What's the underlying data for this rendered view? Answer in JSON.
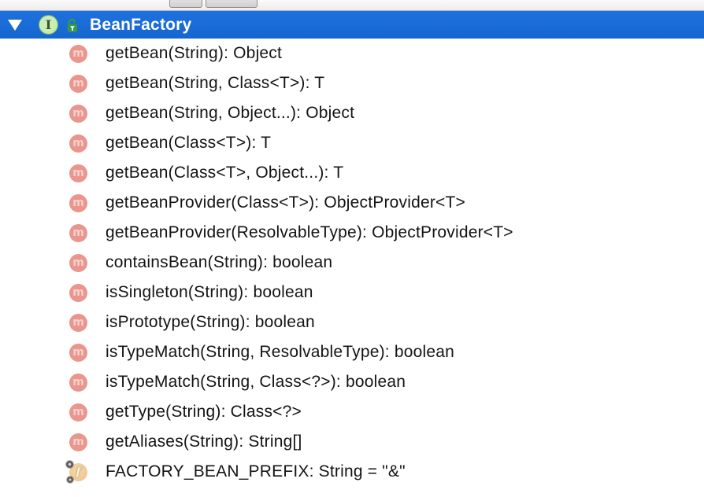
{
  "window": {
    "toolbar": {
      "buttons": [
        {
          "name": "toolbar-button-1",
          "label": ""
        },
        {
          "name": "toolbar-button-2",
          "label": ""
        }
      ]
    }
  },
  "header": {
    "title": "BeanFactory",
    "node_kind": "interface",
    "expand_state": "expanded",
    "type_icon": "interface-icon",
    "type_letter": "I",
    "visibility_icon": "public-unlocked-padlock-icon",
    "selected": true
  },
  "icons": {
    "method_letter": "m",
    "field_letter": "f"
  },
  "members": [
    {
      "kind": "method",
      "visibility": "public",
      "label": "getBean(String): Object"
    },
    {
      "kind": "method",
      "visibility": "public",
      "label": "getBean(String, Class<T>): T"
    },
    {
      "kind": "method",
      "visibility": "public",
      "label": "getBean(String, Object...): Object"
    },
    {
      "kind": "method",
      "visibility": "public",
      "label": "getBean(Class<T>): T"
    },
    {
      "kind": "method",
      "visibility": "public",
      "label": "getBean(Class<T>, Object...): T"
    },
    {
      "kind": "method",
      "visibility": "public",
      "label": "getBeanProvider(Class<T>): ObjectProvider<T>"
    },
    {
      "kind": "method",
      "visibility": "public",
      "label": "getBeanProvider(ResolvableType): ObjectProvider<T>"
    },
    {
      "kind": "method",
      "visibility": "public",
      "label": "containsBean(String): boolean"
    },
    {
      "kind": "method",
      "visibility": "public",
      "label": "isSingleton(String): boolean"
    },
    {
      "kind": "method",
      "visibility": "public",
      "label": "isPrototype(String): boolean"
    },
    {
      "kind": "method",
      "visibility": "public",
      "label": "isTypeMatch(String, ResolvableType): boolean"
    },
    {
      "kind": "method",
      "visibility": "public",
      "label": "isTypeMatch(String, Class<?>): boolean"
    },
    {
      "kind": "method",
      "visibility": "public",
      "label": "getType(String): Class<?>"
    },
    {
      "kind": "method",
      "visibility": "public",
      "label": "getAliases(String): String[]"
    },
    {
      "kind": "field",
      "visibility": "public",
      "label": "FACTORY_BEAN_PREFIX: String = \"&\""
    }
  ],
  "colors": {
    "selection_blue": "#1a6cd6",
    "method_pink": "#ea958d",
    "field_tan": "#ecbd83",
    "lock_green": "#57ab60",
    "header_lock_green": "#36984a",
    "interface_green": "#bce8a5",
    "toolbar_gray": "#ececea"
  }
}
